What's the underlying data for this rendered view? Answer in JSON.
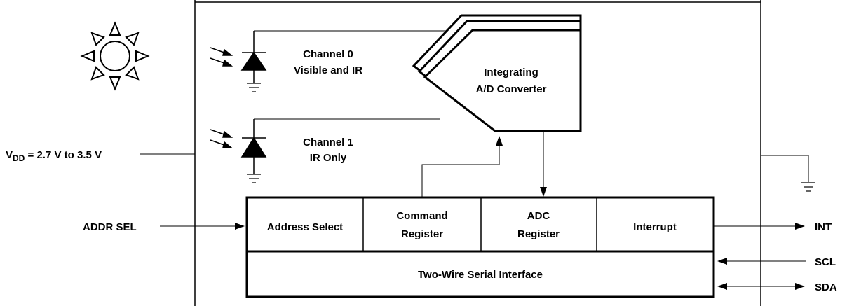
{
  "channel0": {
    "line1": "Channel 0",
    "line2": "Visible and IR"
  },
  "channel1": {
    "line1": "Channel 1",
    "line2": "IR Only"
  },
  "converter": {
    "line1": "Integrating",
    "line2": "A/D Converter"
  },
  "registers": {
    "address_select": "Address Select",
    "command_register": [
      "Command",
      "Register"
    ],
    "adc_register": [
      "ADC",
      "Register"
    ],
    "interrupt": "Interrupt",
    "serial_interface": "Two-Wire Serial Interface"
  },
  "supply": {
    "v": "V",
    "sub": "DD",
    "value": " = 2.7 V to 3.5 V"
  },
  "pins": {
    "addr_sel": "ADDR SEL",
    "int": "INT",
    "scl": "SCL",
    "sda": "SDA"
  },
  "colors": {
    "stroke": "#000000",
    "fill": "#ffffff"
  },
  "icons": [
    "sun-icon",
    "photodiode-icon",
    "ground-icon",
    "arrowhead-icon"
  ]
}
